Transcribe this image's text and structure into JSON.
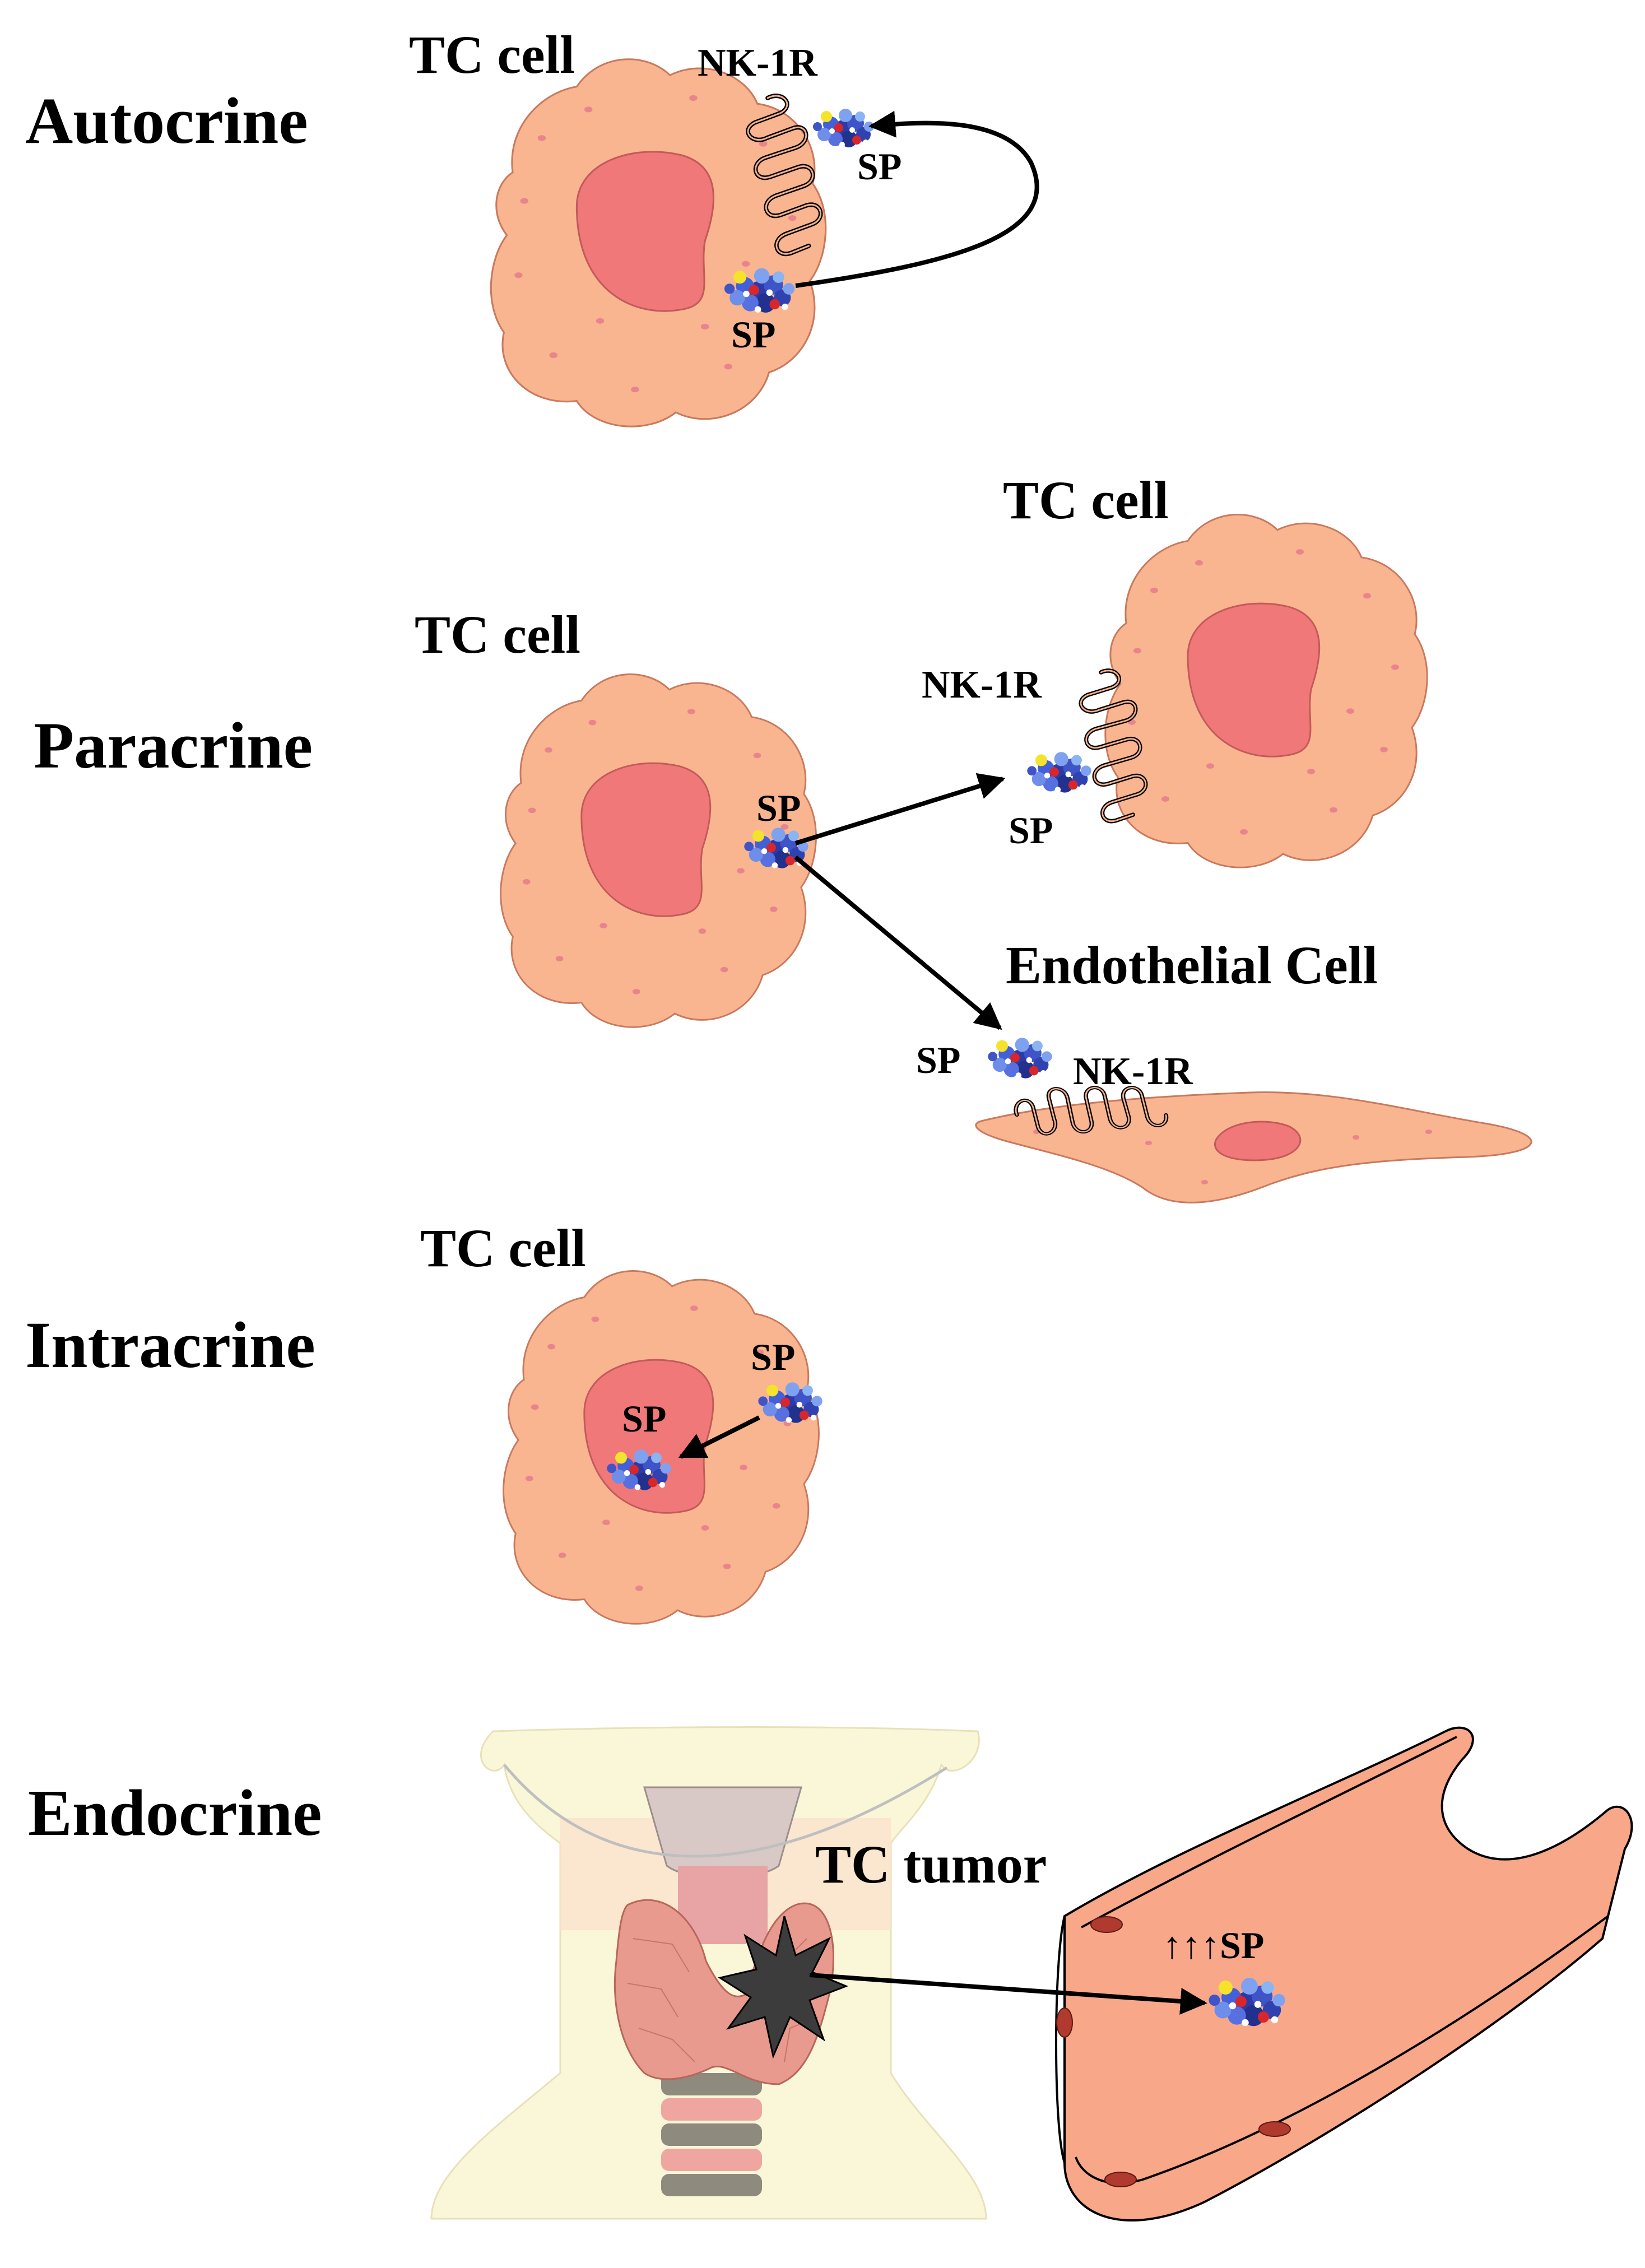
{
  "sections": {
    "autocrine": "Autocrine",
    "paracrine": "Paracrine",
    "intracrine": "Intracrine",
    "endocrine": "Endocrine"
  },
  "labels": {
    "tc_cell": "TC cell",
    "nk1r": "NK-1R",
    "sp": "SP",
    "endothelial_cell": "Endothelial Cell",
    "tc_tumor": "TC tumor",
    "sp_increase": "↑↑↑SP"
  },
  "colors": {
    "cell": "#F9B58F",
    "nucleus": "#F07878",
    "cell_dots": "#E9848E",
    "vessel": "#F8A889",
    "neck": "#FAF6D8",
    "thyroid": "#E89A8E",
    "tumor": "#3C3C3C",
    "arrow": "#000000"
  },
  "icons": {
    "receptor": "nk1r-receptor-icon",
    "ligand": "substance-p-molecule-icon"
  }
}
